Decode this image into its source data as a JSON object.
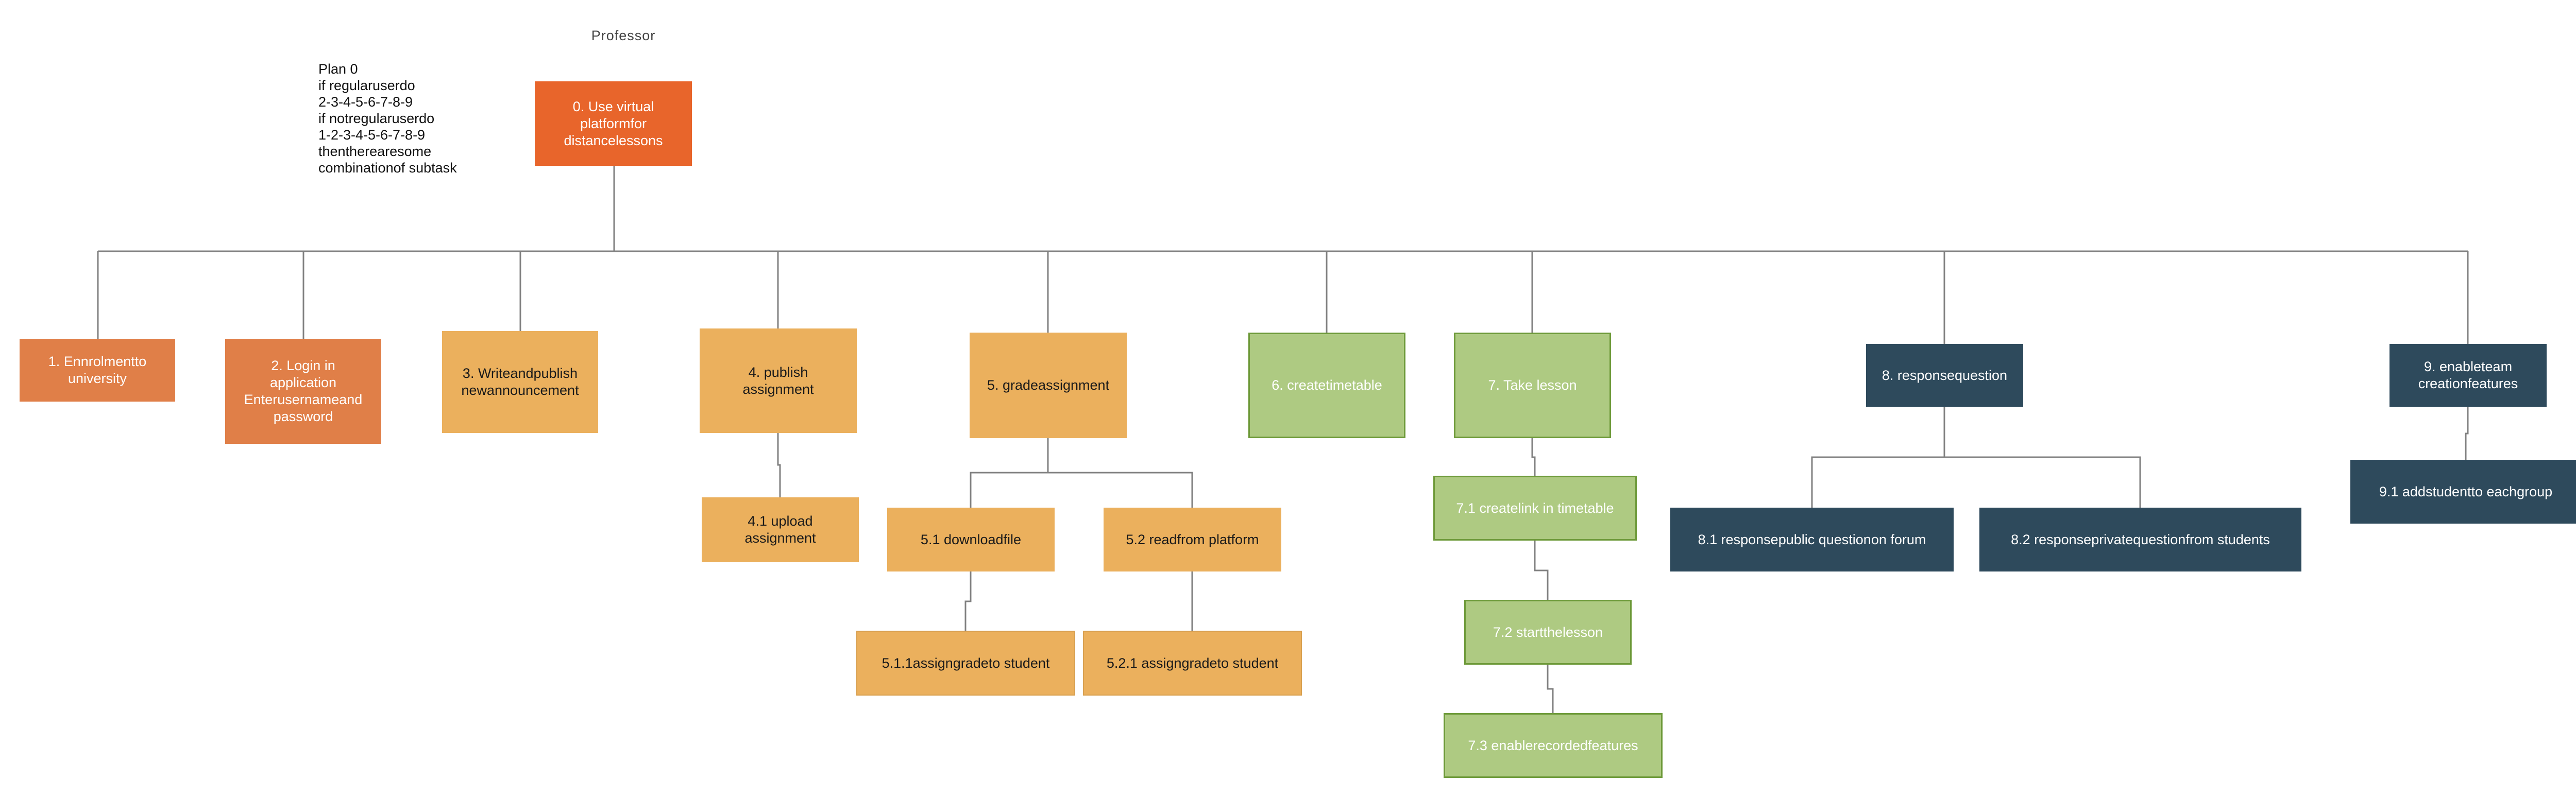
{
  "header": {
    "title": "Professor"
  },
  "plan": {
    "lines": [
      "Plan 0",
      "if regularuserdo",
      "2-3-4-5-6-7-8-9",
      "if notregularuserdo",
      "1-2-3-4-5-6-7-8-9",
      "thentherearesome",
      "combinationof subtask"
    ]
  },
  "nodes": {
    "root": {
      "lines": [
        "0. Use virtual",
        "platformfor",
        "distancelessons"
      ]
    },
    "n1": {
      "lines": [
        "1. Ennrolmentto",
        "university"
      ]
    },
    "n2": {
      "lines": [
        "2. Login in",
        "application",
        "Enterusernameand",
        "password"
      ]
    },
    "n3": {
      "lines": [
        "3. Writeandpublish",
        "newannouncement"
      ]
    },
    "n4": {
      "lines": [
        "4. publish",
        "assignment"
      ]
    },
    "n4_1": {
      "lines": [
        "4.1 upload",
        "assignment"
      ]
    },
    "n5": {
      "lines": [
        "5. gradeassignment"
      ]
    },
    "n5_1": {
      "lines": [
        "5.1 downloadfile"
      ]
    },
    "n5_2": {
      "lines": [
        "5.2 readfrom platform"
      ]
    },
    "n5_1_1": {
      "lines": [
        "5.1.1assigngradeto student"
      ]
    },
    "n5_2_1": {
      "lines": [
        "5.2.1 assigngradeto student"
      ]
    },
    "n6": {
      "lines": [
        "6. createtimetable"
      ]
    },
    "n7": {
      "lines": [
        "7. Take lesson"
      ]
    },
    "n7_1": {
      "lines": [
        "7.1 createlink in timetable"
      ]
    },
    "n7_2": {
      "lines": [
        "7.2 startthelesson"
      ]
    },
    "n7_3": {
      "lines": [
        "7.3 enablerecordedfeatures"
      ]
    },
    "n8": {
      "lines": [
        "8. responsequestion"
      ]
    },
    "n8_1": {
      "lines": [
        "8.1 responsepublic questionon forum"
      ]
    },
    "n8_2": {
      "lines": [
        "8.2 responseprivatequestionfrom students"
      ]
    },
    "n9": {
      "lines": [
        "9. enableteam",
        "creationfeatures"
      ]
    },
    "n9_1": {
      "lines": [
        "9.1 addstudentto eachgroup"
      ]
    }
  },
  "colors": {
    "root": "#E8652B",
    "orange": "#E07F48",
    "yellow": "#EBB05D",
    "green": "#AECA82",
    "green_border": "#6E9A3A",
    "navy": "#2E4A5C",
    "connector": "#808080"
  }
}
